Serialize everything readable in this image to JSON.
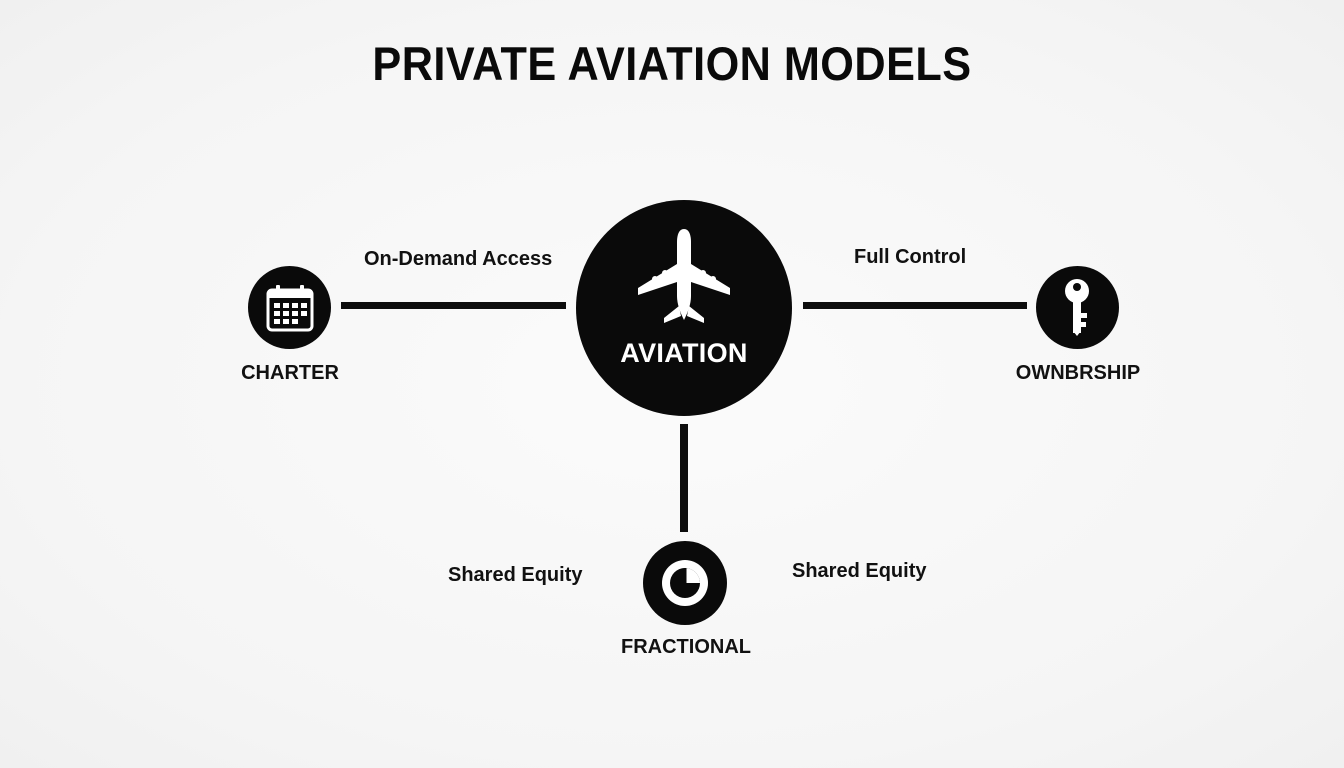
{
  "title": "PRIVATE AVIATION MODELS",
  "hub": {
    "label": "AVIATION",
    "icon": "airplane-icon"
  },
  "nodes": {
    "charter": {
      "label": "CHARTER",
      "icon": "calendar-icon"
    },
    "ownership": {
      "label": "OWNBRSHIP",
      "icon": "key-icon"
    },
    "fractional": {
      "label": "FRACTIONAL",
      "icon": "pie-chart-icon"
    }
  },
  "edges": {
    "charter": "On-Demand Access",
    "ownership": "Full Control",
    "fractional_left": "Shared Equity",
    "fractional_right": "Shared Equity"
  },
  "colors": {
    "node_fill": "#0a0a0a",
    "icon": "#ffffff",
    "background": "#f7f7f7",
    "text": "#111111"
  }
}
